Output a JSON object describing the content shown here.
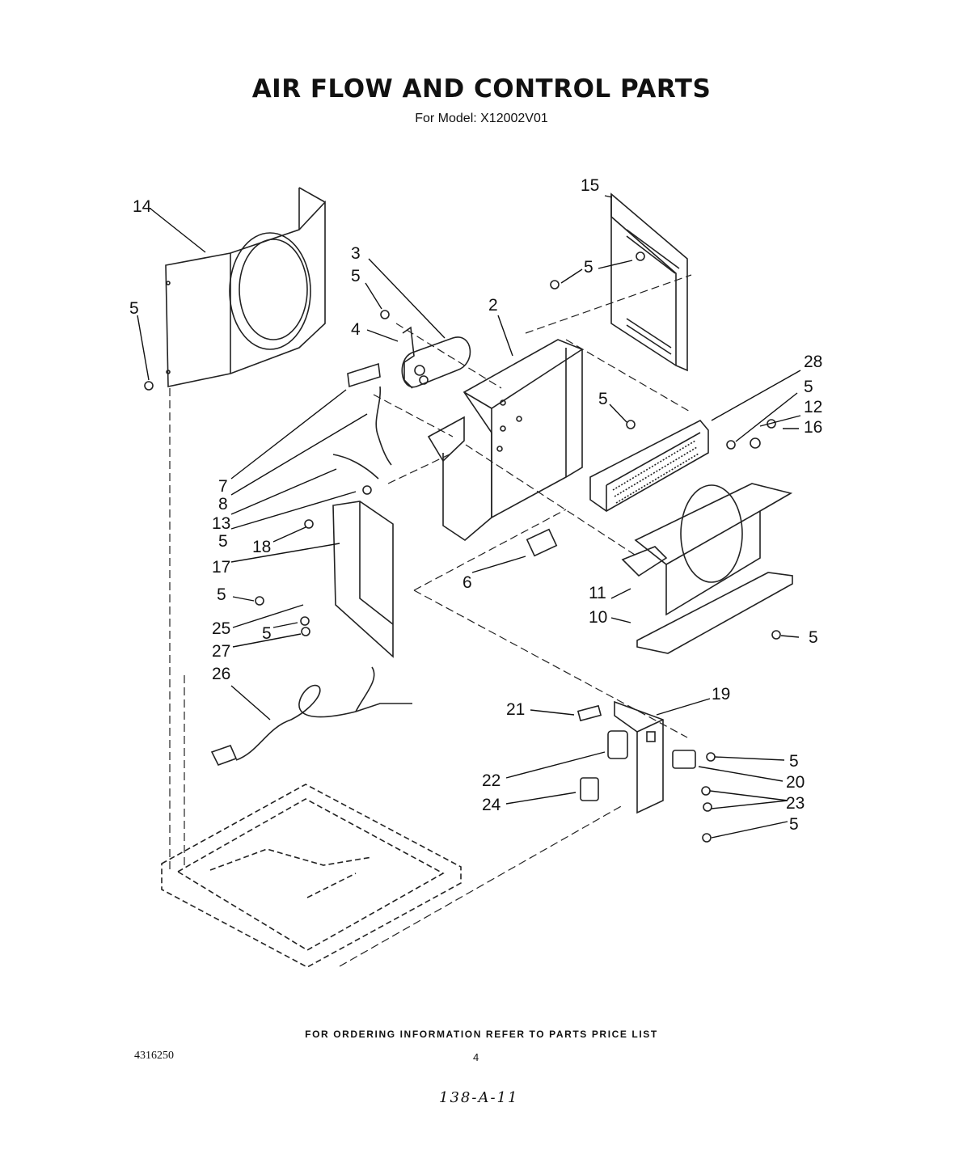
{
  "title": "AIR FLOW AND CONTROL PARTS",
  "subtitle": "For Model: X12002V01",
  "footer_note": "FOR ORDERING INFORMATION REFER TO PARTS PRICE LIST",
  "doc_number": "4316250",
  "page_number": "4",
  "handwritten_note": "138-A-11",
  "part_labels": {
    "p14": "14",
    "p15": "15",
    "p3": "3",
    "p5a": "5",
    "p5b": "5",
    "p4": "4",
    "p2": "2",
    "p5c": "5",
    "p28": "28",
    "p5d": "5",
    "p12": "12",
    "p16": "16",
    "p5e": "5",
    "p7": "7",
    "p8": "8",
    "p13": "13",
    "p5f": "5",
    "p18": "18",
    "p17": "17",
    "p6": "6",
    "p11": "11",
    "p5g": "5",
    "p10": "10",
    "p5h": "5",
    "p25": "25",
    "p5i": "5",
    "p27": "27",
    "p26": "26",
    "p19": "19",
    "p21": "21",
    "p5j": "5",
    "p22": "22",
    "p20": "20",
    "p24": "24",
    "p23": "23",
    "p5k": "5"
  }
}
